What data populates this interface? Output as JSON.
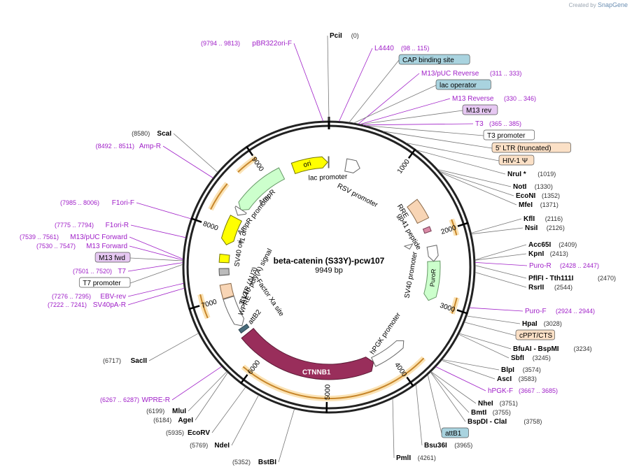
{
  "credit": {
    "prefix": "Created by",
    "brand": "SnapGene"
  },
  "plasmid": {
    "name": "beta-catenin (S33Y)-pcw107",
    "size_label": "9949 bp",
    "length": 9949
  },
  "ticks": [
    "1000",
    "2000",
    "3000",
    "4000",
    "5000",
    "6000",
    "7000",
    "8000",
    "9000"
  ],
  "features": [
    {
      "name": "ori",
      "label": "ori",
      "color": "#ffff00",
      "stroke": "#777700"
    },
    {
      "name": "ampr",
      "label": "AmpR",
      "color": "#ccffcc",
      "stroke": "#669966"
    },
    {
      "name": "ampr-promoter",
      "label": "AmpR promoter",
      "color": "#ffffff",
      "stroke": "#666666"
    },
    {
      "name": "f1-ori",
      "label": "f1 ori",
      "color": "#ffff00",
      "stroke": "#777700"
    },
    {
      "name": "sv40-ori",
      "label": "SV40 ori",
      "color": "#ffff00",
      "stroke": "#777700"
    },
    {
      "name": "sv40-polya",
      "label": "SV40 poly(A) signal",
      "color": "#bbbbbb",
      "stroke": "#555555"
    },
    {
      "name": "3-ltr",
      "label": "3' LTR (ΔU3)",
      "color": "#f8d5b5",
      "stroke": "#8a6a4a"
    },
    {
      "name": "wpre",
      "label": "WPRE",
      "color": "#ffffff",
      "stroke": "#666666"
    },
    {
      "name": "attb2",
      "label": "attB2",
      "color": "#4a6d7c",
      "stroke": "#2c4550"
    },
    {
      "name": "factor-xa-site",
      "label": "Factor Xa site",
      "color": "#999999",
      "stroke": "#555555"
    },
    {
      "name": "ctnnb1",
      "label": "CTNNB1",
      "color": "#992e5b",
      "stroke": "#5c1b36"
    },
    {
      "name": "hpgk-promoter",
      "label": "hPGK promoter",
      "color": "#ffffff",
      "stroke": "#666666"
    },
    {
      "name": "puror",
      "label": "PuroR",
      "color": "#ccffcc",
      "stroke": "#669966"
    },
    {
      "name": "sv40-promoter",
      "label": "SV40 promoter",
      "color": "#ffffff",
      "stroke": "#666666"
    },
    {
      "name": "gp41-peptide",
      "label": "gp41 peptide",
      "color": "#d98aa6",
      "stroke": "#7a3d55"
    },
    {
      "name": "rre",
      "label": "RRE",
      "color": "#f8d5b5",
      "stroke": "#8a6a4a"
    },
    {
      "name": "rsv-promoter",
      "label": "RSV promoter",
      "color": "#ffffff",
      "stroke": "#666666"
    },
    {
      "name": "lac-promoter",
      "label": "lac promoter",
      "color": "#ffffff",
      "stroke": "#666666"
    }
  ],
  "sites": [
    {
      "name": "PciI",
      "coord": "(0)"
    },
    {
      "name": "ScaI",
      "coord": "(8580)"
    },
    {
      "name": "NruI *",
      "coord": "(1019)"
    },
    {
      "name": "NotI",
      "coord": "(1330)"
    },
    {
      "name": "EcoNI",
      "coord": "(1352)"
    },
    {
      "name": "MfeI",
      "coord": "(1371)"
    },
    {
      "name": "KflI",
      "coord": "(2116)"
    },
    {
      "name": "NsiI",
      "coord": "(2126)"
    },
    {
      "name": "Acc65I",
      "coord": "(2409)"
    },
    {
      "name": "KpnI",
      "coord": "(2413)"
    },
    {
      "name": "PflFI - Tth111I",
      "coord": "(2470)"
    },
    {
      "name": "RsrII",
      "coord": "(2544)"
    },
    {
      "name": "HpaI",
      "coord": "(3028)"
    },
    {
      "name": "BfuAI - BspMI",
      "coord": "(3234)"
    },
    {
      "name": "SbfI",
      "coord": "(3245)"
    },
    {
      "name": "BlpI",
      "coord": "(3574)"
    },
    {
      "name": "AscI",
      "coord": "(3583)"
    },
    {
      "name": "NheI",
      "coord": "(3751)"
    },
    {
      "name": "BmtI",
      "coord": "(3755)"
    },
    {
      "name": "BspDI - ClaI",
      "coord": "(3758)"
    },
    {
      "name": "Bsu36I",
      "coord": "(3965)"
    },
    {
      "name": "PmlI",
      "coord": "(4261)"
    },
    {
      "name": "BstBI",
      "coord": "(5352)"
    },
    {
      "name": "NdeI",
      "coord": "(5769)"
    },
    {
      "name": "EcoRV",
      "coord": "(5935)"
    },
    {
      "name": "AgeI",
      "coord": "(6184)"
    },
    {
      "name": "MluI",
      "coord": "(6199)"
    },
    {
      "name": "SacII",
      "coord": "(6717)"
    }
  ],
  "primers": [
    {
      "name": "pBR322ori-F",
      "coord": "(9794 .. 9813)"
    },
    {
      "name": "L4440",
      "coord": "(98 .. 115)"
    },
    {
      "name": "M13/pUC Reverse",
      "coord": "(311 .. 333)"
    },
    {
      "name": "M13 Reverse",
      "coord": "(330 .. 346)"
    },
    {
      "name": "T3",
      "coord": "(365 .. 385)"
    },
    {
      "name": "Amp-R",
      "coord": "(8492 .. 8511)"
    },
    {
      "name": "F1ori-F",
      "coord": "(7985 .. 8006)"
    },
    {
      "name": "F1ori-R",
      "coord": "(7775 .. 7794)"
    },
    {
      "name": "M13/pUC Forward",
      "coord": "(7539 .. 7561)"
    },
    {
      "name": "M13 Forward",
      "coord": "(7530 .. 7547)"
    },
    {
      "name": "T7",
      "coord": "(7501 .. 7520)"
    },
    {
      "name": "EBV-rev",
      "coord": "(7276 .. 7295)"
    },
    {
      "name": "SV40pA-R",
      "coord": "(7222 .. 7241)"
    },
    {
      "name": "Puro-R",
      "coord": "(2428 .. 2447)"
    },
    {
      "name": "Puro-F",
      "coord": "(2924 .. 2944)"
    },
    {
      "name": "hPGK-F",
      "coord": "(3667 .. 3685)"
    },
    {
      "name": "WPRE-R",
      "coord": "(6267 .. 6287)"
    }
  ],
  "boxed_labels": [
    {
      "name": "CAP binding site",
      "fill": "#a9d3df"
    },
    {
      "name": "lac operator",
      "fill": "#a9d3df"
    },
    {
      "name": "M13 rev",
      "fill": "#e6c8f2"
    },
    {
      "name": "T3 promoter",
      "fill": "#ffffff"
    },
    {
      "name": "5' LTR (truncated)",
      "fill": "#fbe0c6"
    },
    {
      "name": "HIV-1 Ψ",
      "fill": "#fbe0c6"
    },
    {
      "name": "cPPT/CTS",
      "fill": "#fbe0c6"
    },
    {
      "name": "attB1",
      "fill": "#a9d3df"
    },
    {
      "name": "M13 fwd",
      "fill": "#e6c8f2"
    },
    {
      "name": "T7 promoter",
      "fill": "#ffffff"
    }
  ],
  "colors": {
    "primer": "#a020c8",
    "site": "#000000",
    "coord": "#333333",
    "backbone": "#222222",
    "orange": "#f5a623"
  }
}
